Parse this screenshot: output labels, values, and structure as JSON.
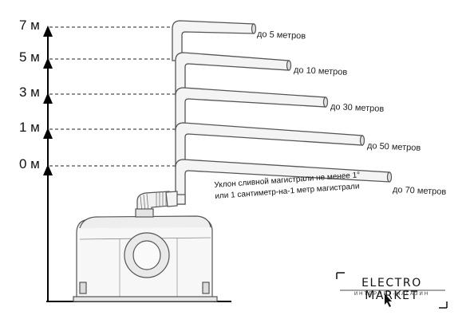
{
  "levels": [
    {
      "label": "7 м",
      "pipe_label": "до 5 метров"
    },
    {
      "label": "5 м",
      "pipe_label": "до 10 метров"
    },
    {
      "label": "3 м",
      "pipe_label": "до 30 метров"
    },
    {
      "label": "1 м",
      "pipe_label": "до 50 метров"
    },
    {
      "label": "0 м",
      "pipe_label": "до 70 метров"
    }
  ],
  "note": {
    "line1": "Уклон сливной магистрали не менее 1°",
    "line2": "или 1 сантиметр-на-1 метр магистрали"
  },
  "logo": {
    "main": "ELECTRO MARKET",
    "sub": "ИНТЕРНЕТ-МАГАЗИН"
  },
  "colors": {
    "pipe_fill": "#f4f4f4",
    "pipe_stroke": "#555555",
    "axis": "#000000"
  }
}
